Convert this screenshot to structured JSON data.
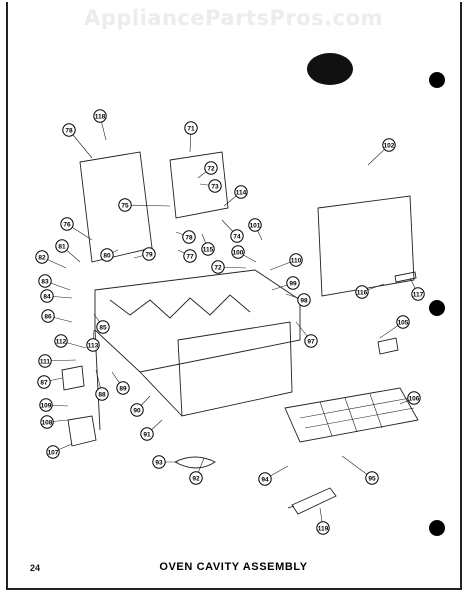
{
  "watermark": "AppliancePartsPros.com",
  "page_number": "24",
  "caption": "OVEN CAVITY ASSEMBLY",
  "callouts": [
    "118",
    "78",
    "71",
    "72",
    "73",
    "75",
    "114",
    "102",
    "76",
    "80",
    "79",
    "78",
    "77",
    "74",
    "115",
    "101",
    "100",
    "72",
    "110",
    "82",
    "81",
    "83",
    "84",
    "85",
    "86",
    "112",
    "113",
    "111",
    "87",
    "88",
    "89",
    "90",
    "91",
    "99",
    "98",
    "97",
    "116",
    "117",
    "105",
    "106",
    "108",
    "107",
    "109",
    "93",
    "92",
    "94",
    "95",
    "119"
  ],
  "colors": {
    "ink": "#000000",
    "paper": "#ffffff",
    "watermark": "#ececec"
  }
}
